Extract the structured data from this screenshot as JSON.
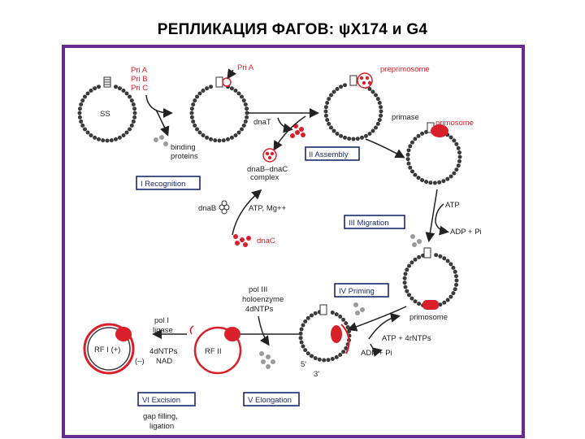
{
  "title": "РЕПЛИКАЦИЯ ФАГОВ: ψX174 и G4",
  "colors": {
    "frame": "#6a2a8e",
    "protein_red": "#d9202a",
    "stage_text": "#1b2a6b",
    "dna_bead": "#3a3a3a",
    "grey_protein": "#9a9a9a"
  },
  "labels": {
    "ss": "SS",
    "pri_a": "Pri A",
    "pri_b": "Pri B",
    "pri_c": "Pri C",
    "pri_a_2": "Pri A",
    "preprimosome": "preprimosome",
    "dnat": "dnaT",
    "binding": "binding",
    "proteins": "proteins",
    "dnab_dnac": "dnaB–dnaC",
    "complex": "complex",
    "dnab": "dnaB",
    "atp_mg": "ATP, Mg++",
    "dnac": "dnaC",
    "primase": "primase",
    "primosome": "primosome",
    "atp_1": "ATP",
    "adp_pi_1": "ADP + Pi",
    "pol_iii": "pol III",
    "holoenzyme": "holoenzyme",
    "dntps_1": "4dNTPs",
    "primosome_2": "primosome",
    "atp_4rntps": "ATP + 4rNTPs",
    "adp_pi_2": "ADP + Pi",
    "pol_i": "pol I",
    "ligase": "ligase",
    "dntps_2": "4dNTPs",
    "nad": "NAD",
    "minus": "(–)",
    "rf_i": "RF I (+)",
    "rf_ii": "RF II",
    "five_prime": "5'",
    "three_prime": "3'",
    "gap_filling": "gap filling,",
    "ligation": "ligation"
  },
  "stages": {
    "recognition": "I Recognition",
    "assembly": "II Assembly",
    "migration": "III Migration",
    "priming": "IV Priming",
    "elongation": "V Elongation",
    "excision": "VI Excision"
  }
}
